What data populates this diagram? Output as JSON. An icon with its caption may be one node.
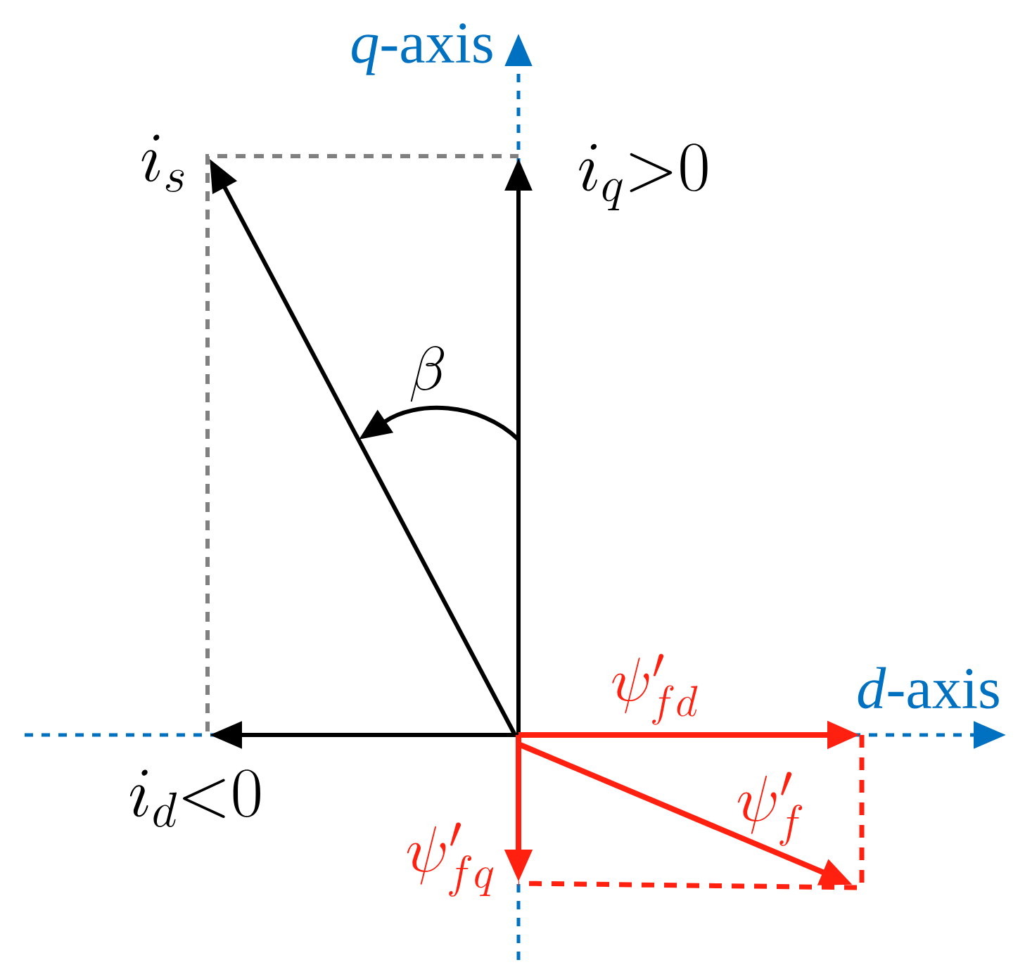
{
  "diagram": {
    "labels": [
      "*q*-axis",
      "i_s",
      "i_q{>}0",
      "\\beta",
      "\\psi'_{fd}",
      "*d*-axis",
      "\\psi'_{f}",
      "i_d{<}0",
      "\\psi'_{fq}"
    ]
  }
}
